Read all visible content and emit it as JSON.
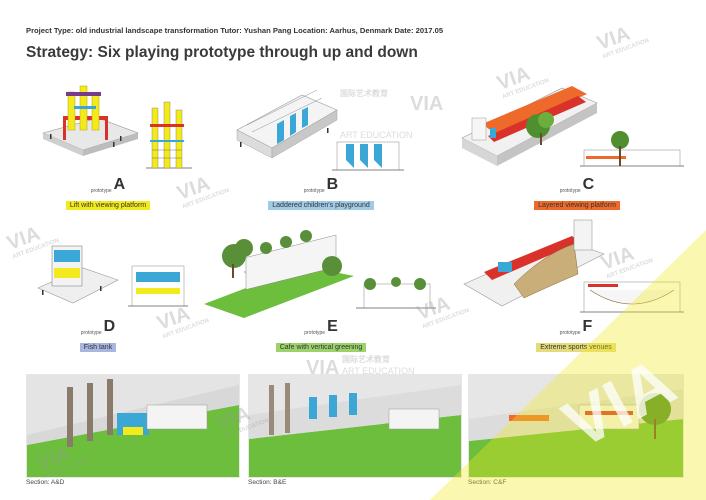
{
  "header": {
    "project_line": "Project Type: old industrial landscape transformation   Tutor: Yushan Pang   Location: Aarhus, Denmark   Date: 2017.05",
    "title": "Strategy: Six playing prototype through up and down"
  },
  "prototypes": [
    {
      "word": "prototype",
      "letter": "A",
      "label": "Lift with viewing platform",
      "color": "#f2ea1d"
    },
    {
      "word": "prototype",
      "letter": "B",
      "label": "Laddered children's playground",
      "color": "#9fcbe6"
    },
    {
      "word": "prototype",
      "letter": "C",
      "label": "Layered viewing platform",
      "color": "#ee6a2b"
    },
    {
      "word": "prototype",
      "letter": "D",
      "label": "Fish tank",
      "color": "#a9b6e0"
    },
    {
      "word": "prototype",
      "letter": "E",
      "label": "Cafe with vertical greening",
      "color": "#9bd36a"
    },
    {
      "word": "prototype",
      "letter": "F",
      "label": "Extreme sports venues",
      "color": "#e6db7a"
    }
  ],
  "sections": [
    {
      "caption": "Section: A&D"
    },
    {
      "caption": "Section: B&E"
    },
    {
      "caption": "Section: C&F"
    }
  ],
  "watermark": {
    "logo": "VIA",
    "en": "ART EDUCATION",
    "cn": "国际艺术教育"
  },
  "colors": {
    "yellow": "#f2ea1d",
    "blue": "#3aa7d6",
    "orange": "#ee6a2b",
    "green": "#5fae3a",
    "grass": "#6cbe3c"
  }
}
